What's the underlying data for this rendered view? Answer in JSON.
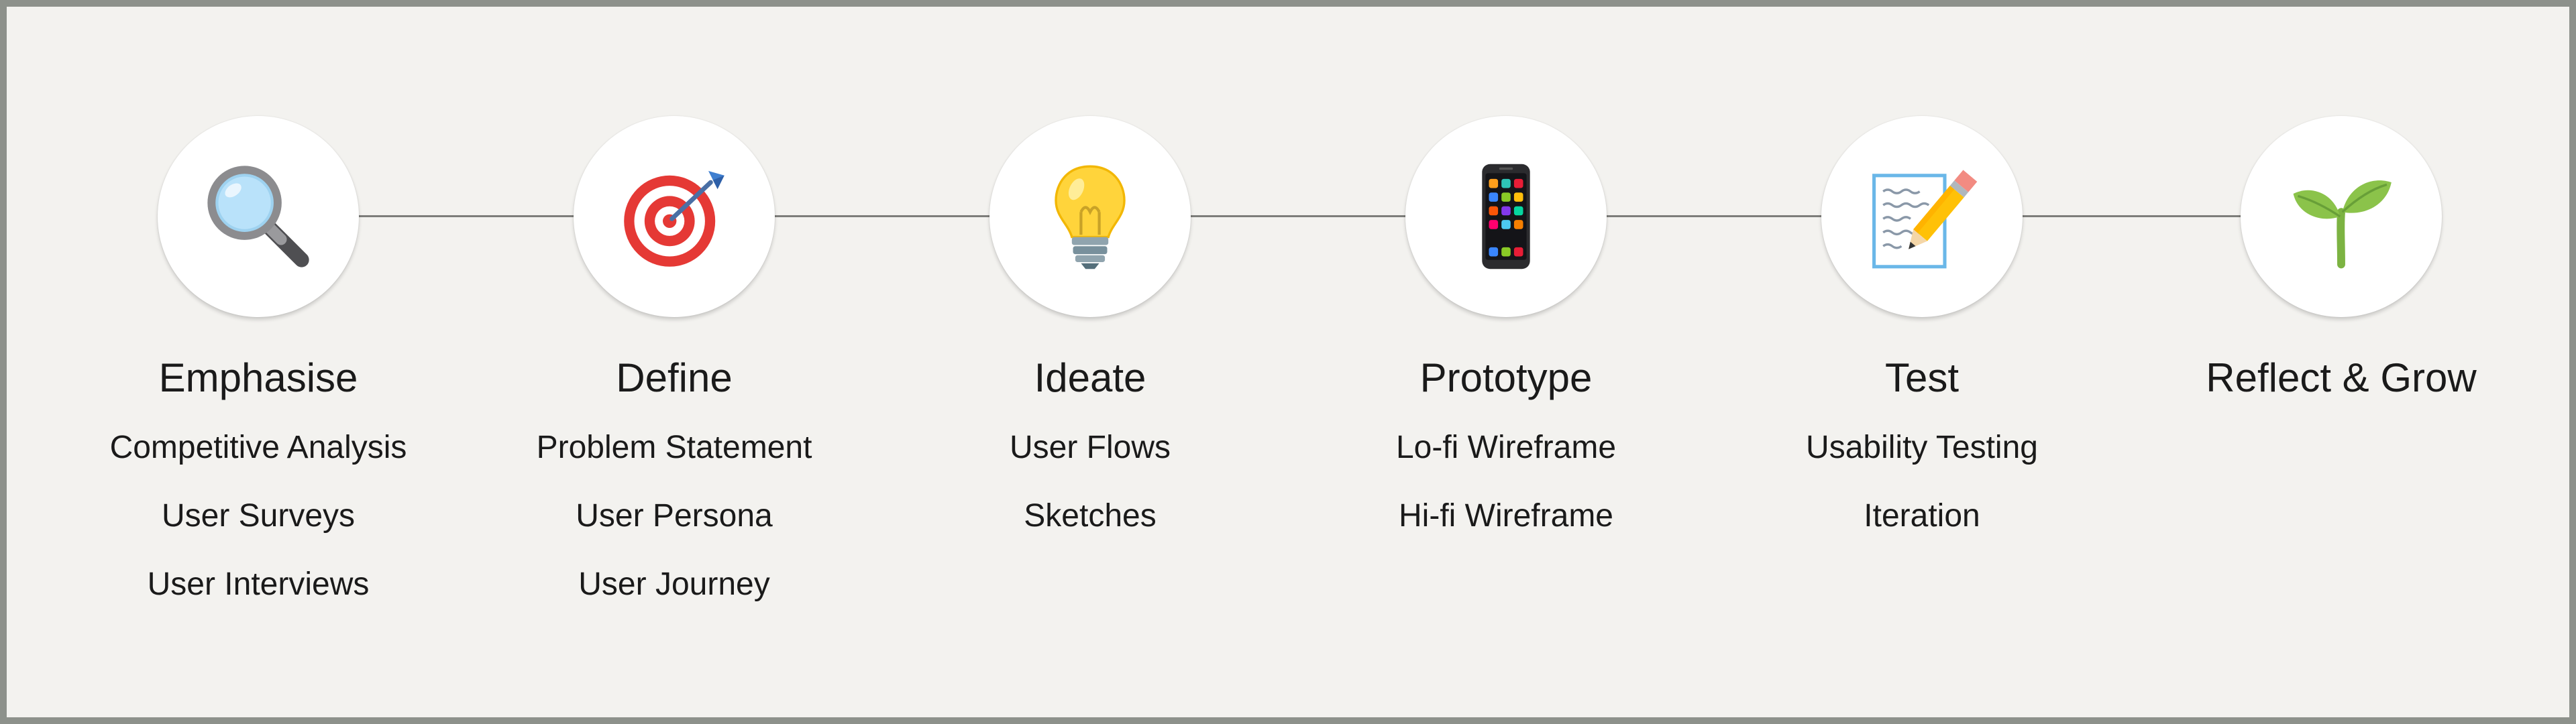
{
  "stages": [
    {
      "title": "Emphasise",
      "icon": "magnifying-glass-icon",
      "items": [
        "Competitive Analysis",
        "User Surveys",
        "User Interviews"
      ]
    },
    {
      "title": "Define",
      "icon": "target-icon",
      "items": [
        "Problem Statement",
        "User Persona",
        "User Journey"
      ]
    },
    {
      "title": "Ideate",
      "icon": "light-bulb-icon",
      "items": [
        "User Flows",
        "Sketches"
      ]
    },
    {
      "title": "Prototype",
      "icon": "mobile-phone-icon",
      "items": [
        "Lo-fi Wireframe",
        "Hi-fi Wireframe"
      ]
    },
    {
      "title": "Test",
      "icon": "memo-pencil-icon",
      "items": [
        "Usability Testing",
        "Iteration"
      ]
    },
    {
      "title": "Reflect & Grow",
      "icon": "seedling-icon",
      "items": []
    }
  ],
  "colors": {
    "background": "#f3f2ef",
    "border": "#8d918b",
    "connector": "#7d7d7a",
    "text": "#1a1a1a"
  }
}
